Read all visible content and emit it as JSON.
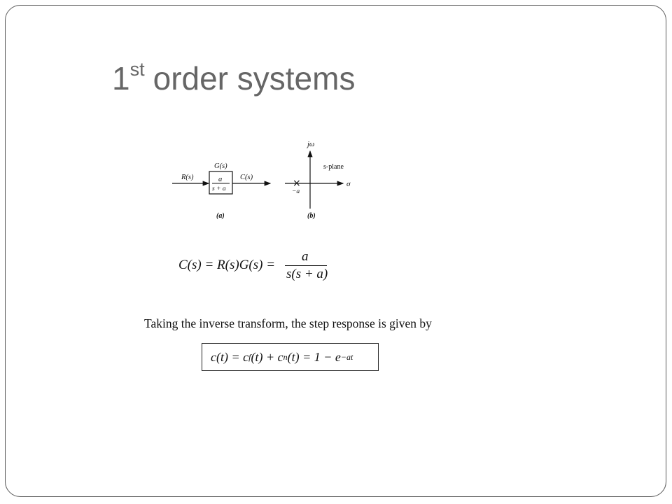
{
  "slide": {
    "title_main": "1",
    "title_sup": "st",
    "title_rest": "order systems"
  },
  "figure_a": {
    "input_label": "R(s)",
    "block_label": "G(s)",
    "block_numerator": "a",
    "block_denominator": "s + a",
    "output_label": "C(s)",
    "caption": "(a)"
  },
  "figure_b": {
    "vertical_axis_label": "jω",
    "plane_label": "s-plane",
    "horizontal_axis_label": "σ",
    "pole_symbol": "×",
    "pole_label": "−a",
    "caption": "(b)"
  },
  "equation1": {
    "lhs": "C(s) = R(s)G(s) =",
    "numerator": "a",
    "denominator": "s(s + a)"
  },
  "statement": "Taking the inverse transform, the step response is given by",
  "equation2": {
    "text": "c(t) = c_f(t) + c_n(t) = 1 − e^−at",
    "part1": "c(t) = c",
    "sub1": "f",
    "part2": "(t) + c",
    "sub2": "n",
    "part3": "(t) = 1 − e",
    "sup": "−at"
  }
}
